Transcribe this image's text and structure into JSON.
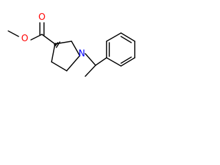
{
  "atoms": [
    {
      "id": "O_methoxy",
      "symbol": "O",
      "color": "#ff0000"
    },
    {
      "id": "O_carbonyl",
      "symbol": "O",
      "color": "#ff0000"
    },
    {
      "id": "N_ring",
      "symbol": "N",
      "color": "#0000ff"
    }
  ]
}
